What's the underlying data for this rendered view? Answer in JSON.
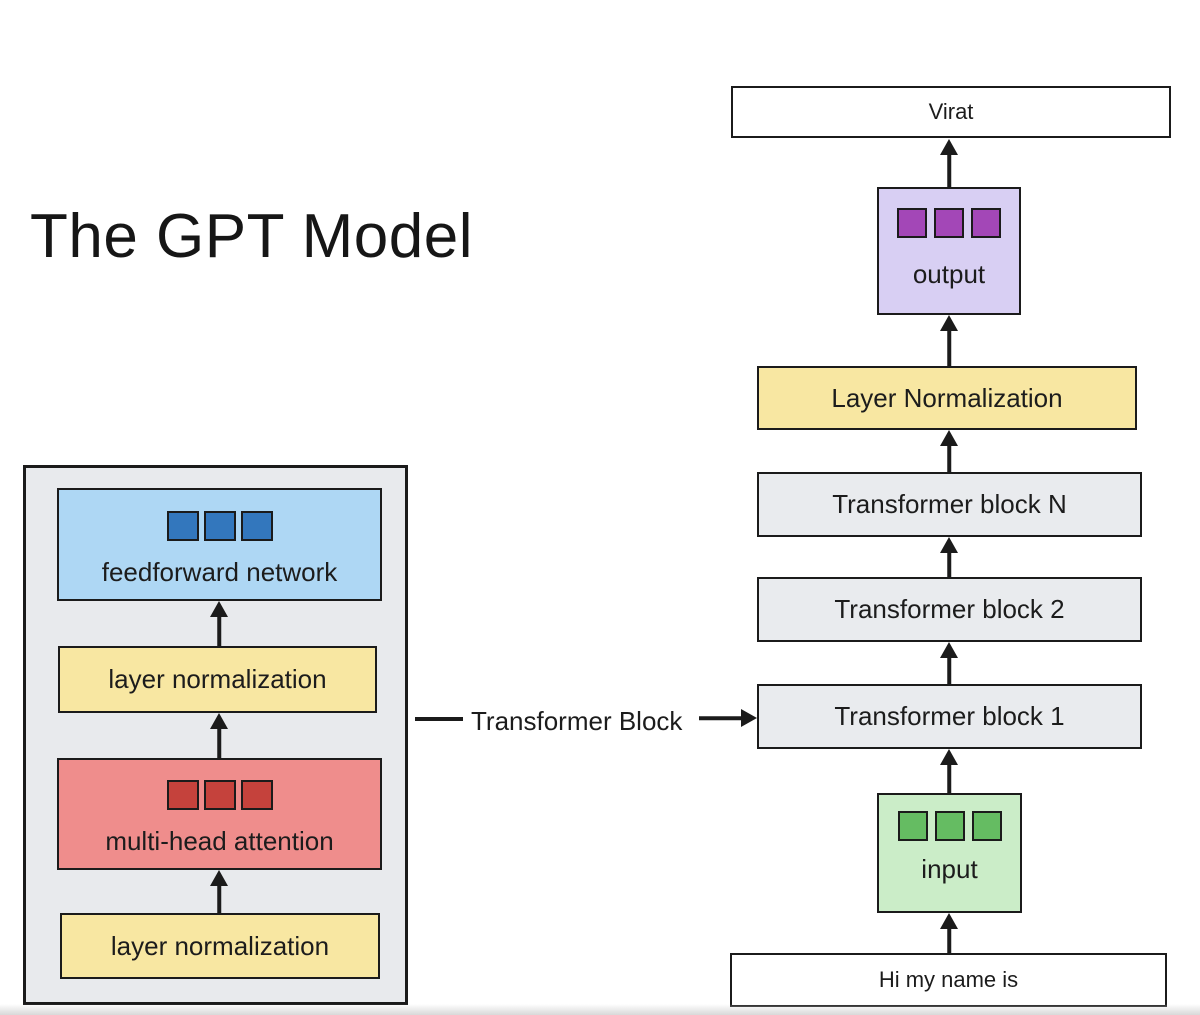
{
  "title": "The GPT Model",
  "palette": {
    "ink": "#1b1b1b",
    "panel_fill": "#e8eaed",
    "block_fill": "#e9ebee",
    "yellow_fill": "#f8e7a2",
    "blue_fill": "#aed7f4",
    "blue_square": "#3377bd",
    "red_fill": "#ef8d8c",
    "red_square": "#c5423c",
    "green_fill": "#cbedc8",
    "green_square": "#65bc62",
    "purple_fill": "#d8cff3",
    "purple_square": "#a347b7",
    "white_fill": "#ffffff"
  },
  "left_panel": {
    "feedforward_label": "feedforward network",
    "layer_norm_top_label": "layer normalization",
    "multi_head_label": "multi-head attention",
    "layer_norm_bottom_label": "layer normalization"
  },
  "connector": {
    "label": "Transformer Block"
  },
  "right_flow": {
    "predicted_token": "Virat",
    "output_label": "output",
    "layer_norm_label": "Layer Normalization",
    "block_n_label": "Transformer block N",
    "block_2_label": "Transformer block 2",
    "block_1_label": "Transformer block 1",
    "input_label": "input",
    "prompt_text": "Hi my name is"
  }
}
